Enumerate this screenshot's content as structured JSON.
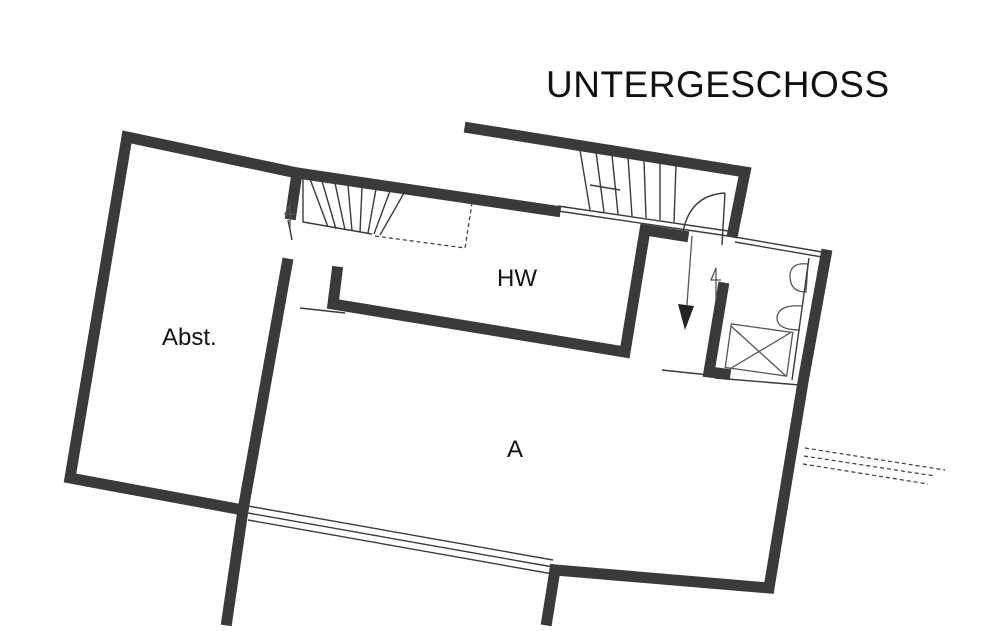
{
  "plan": {
    "title": "UNTERGESCHOSS",
    "rooms": [
      {
        "id": "abst",
        "label": "Abst."
      },
      {
        "id": "hw",
        "label": "HW"
      },
      {
        "id": "a",
        "label": "A"
      }
    ],
    "wall_color": "#3a3a3a",
    "background": "#ffffff"
  }
}
